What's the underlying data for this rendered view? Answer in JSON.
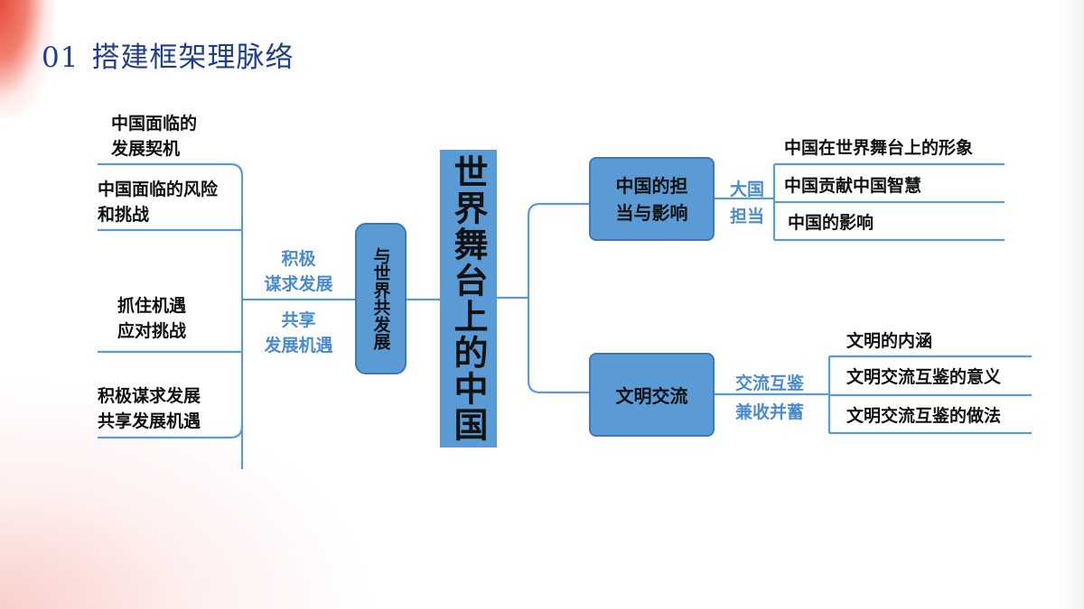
{
  "header": {
    "section_number": "01",
    "title": "搭建框架理脉络"
  },
  "center": {
    "label": "世界舞台上的中国"
  },
  "left_branch": {
    "hub_label": "与世界共发展",
    "connector_labels": {
      "upper": "积极\n谋求发展",
      "lower": "共享\n发展机遇"
    },
    "items": [
      "中国面临的\n发展契机",
      "中国面临的风险\n和挑战",
      "抓住机遇\n应对挑战",
      "积极谋求发展\n共享发展机遇"
    ]
  },
  "right_top": {
    "box_label": "中国的担\n当与影响",
    "connector_label": "大国\n担当",
    "items": [
      "中国在世界舞台上的形象",
      "中国贡献中国智慧",
      "中国的影响"
    ]
  },
  "right_bottom": {
    "box_label": "文明交流",
    "connector_label": "交流互鉴\n兼收并蓄",
    "items": [
      "文明的内涵",
      "文明交流互鉴的意义",
      "文明交流互鉴的做法"
    ]
  },
  "colors": {
    "box_fill": "#5b9bd5",
    "line": "#5b9bd5",
    "connector_text": "#4a8bd0",
    "title": "#1f3f8a"
  }
}
